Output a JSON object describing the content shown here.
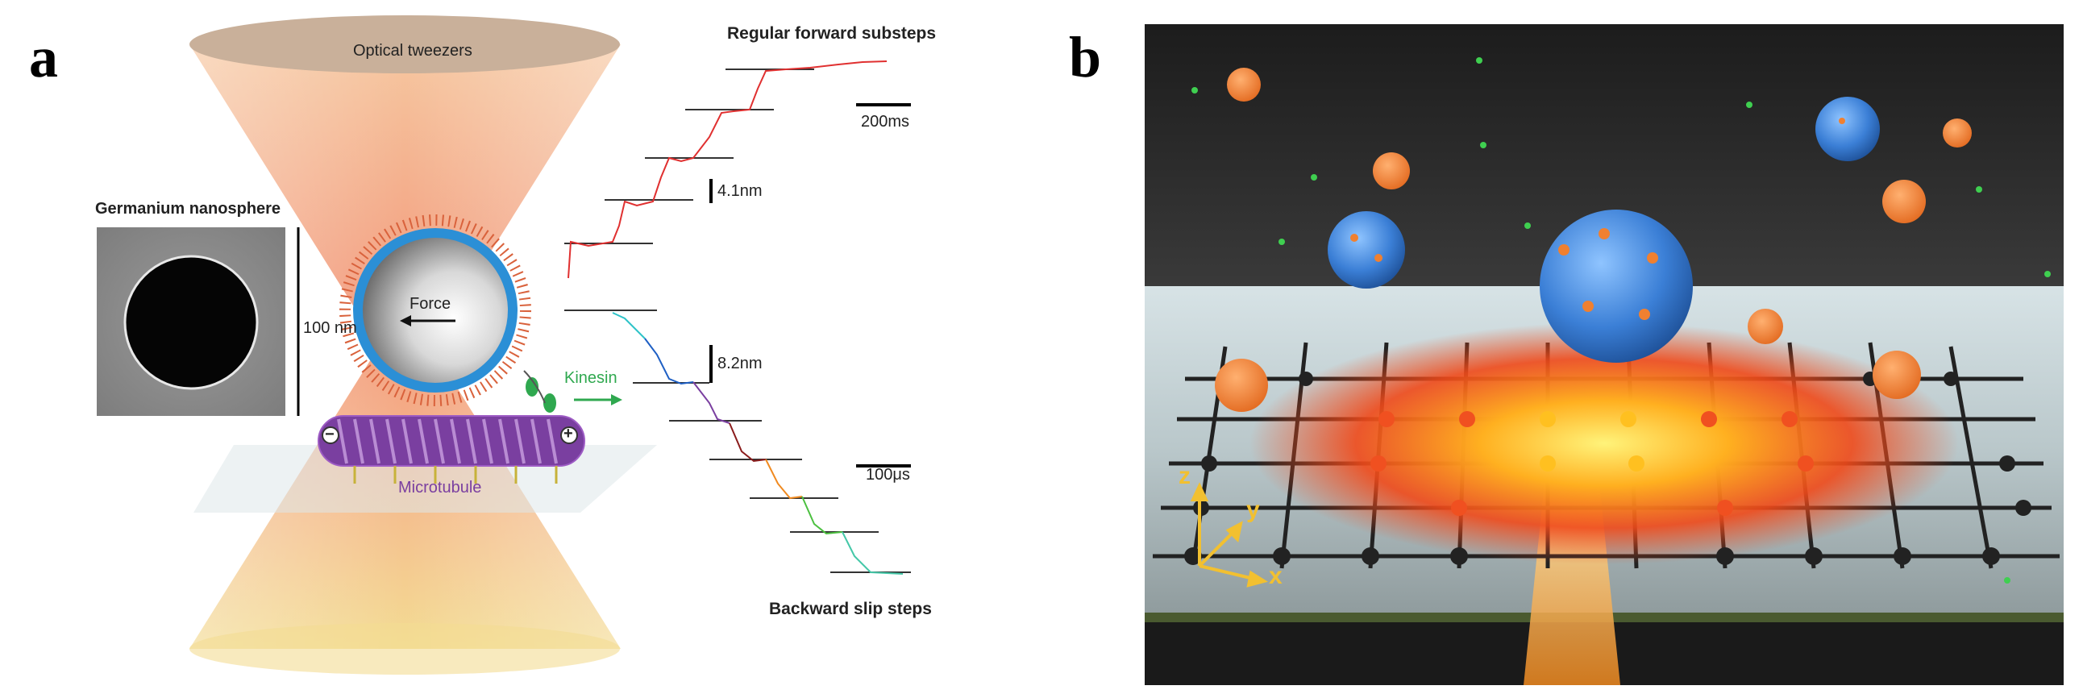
{
  "panel_a": {
    "letter": "a",
    "optical_tweezers": "Optical tweezers",
    "nanosphere_title": "Germanium nanosphere",
    "scale_100nm": "100 nm",
    "force": "Force",
    "kinesin": "Kinesin",
    "microtubule": "Microtubule",
    "minus": "−",
    "plus": "+",
    "regular_title": "Regular forward substeps",
    "scale_200ms": "200ms",
    "step_41": "4.1nm",
    "step_82": "8.2nm",
    "scale_100us": "100μs",
    "backward_title": "Backward slip steps"
  },
  "panel_b": {
    "letter": "b",
    "axis_z": "z",
    "axis_y": "y",
    "axis_x": "x"
  }
}
